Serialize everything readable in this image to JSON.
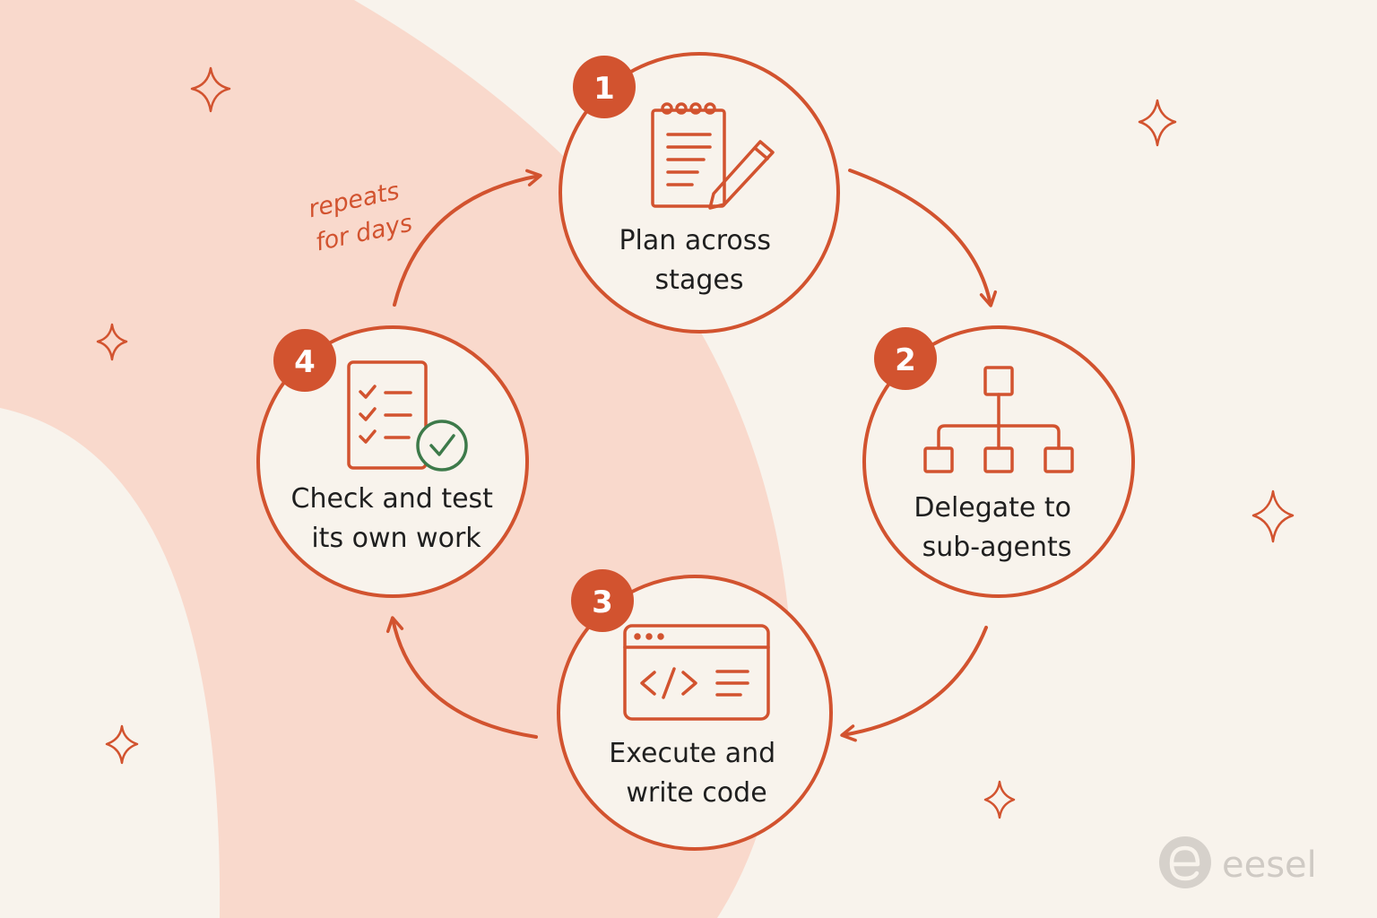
{
  "steps": [
    {
      "number": "1",
      "label_line1": "Plan across",
      "label_line2": "stages",
      "icon": "notepad-pencil-icon"
    },
    {
      "number": "2",
      "label_line1": "Delegate to",
      "label_line2": "sub-agents",
      "icon": "org-chart-icon"
    },
    {
      "number": "3",
      "label_line1": "Execute and",
      "label_line2": "write code",
      "icon": "code-window-icon"
    },
    {
      "number": "4",
      "label_line1": "Check and test",
      "label_line2": "its own work",
      "icon": "checklist-check-icon"
    }
  ],
  "loop_note": {
    "line1": "repeats",
    "line2": "for days"
  },
  "brand": {
    "name": "eesel",
    "icon": "eesel-logo-icon"
  },
  "colors": {
    "accent": "#d2532f",
    "background": "#f8f3ec",
    "blob": "#f9d9cc",
    "check_green": "#3d7a4a",
    "text": "#1f1f1f",
    "brand_gray": "#cfcac4"
  }
}
